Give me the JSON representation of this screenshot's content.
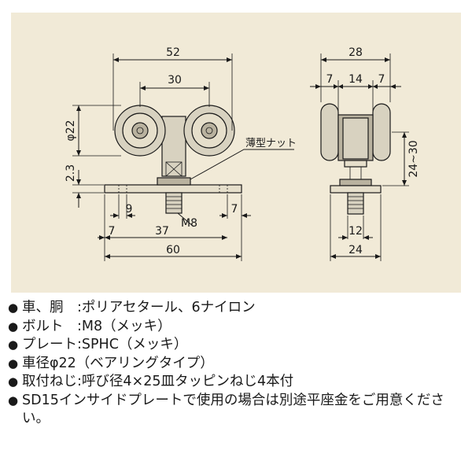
{
  "drawing": {
    "front": {
      "dim_width_total_top": "52",
      "dim_axle_spacing": "30",
      "dim_wheel_diameter": "φ22",
      "dim_plate_thickness": "2.3",
      "label_thin_nut": "薄型ナット",
      "dim_hole_offset": "9",
      "dim_edge_right": "7",
      "label_bolt": "M8",
      "dim_edge_left": "7",
      "dim_hole_spacing": "37",
      "dim_plate_width": "60"
    },
    "side": {
      "dim_width_total_top": "28",
      "dim_seg_left": "7",
      "dim_seg_middle": "14",
      "dim_seg_right": "7",
      "dim_height_range": "24∼30",
      "dim_bolt_width": "12",
      "dim_plate_width": "24"
    }
  },
  "specs": [
    {
      "bullet": "●",
      "text": "車、胴　:ポリアセタール、6ナイロン"
    },
    {
      "bullet": "●",
      "text": "ボルト　:M8（メッキ）"
    },
    {
      "bullet": "●",
      "text": "プレート:SPHC（メッキ）"
    },
    {
      "bullet": "●",
      "text": "車径φ22（ベアリングタイプ）"
    },
    {
      "bullet": "●",
      "text": "取付ねじ:呼び径4×25皿タッピンねじ4本付"
    },
    {
      "bullet": "●",
      "text": "SD15インサイドプレートで使用の場合は別途平座金をご用意ください。"
    }
  ],
  "colors": {
    "panel_background": "#f1ead7",
    "line": "#1a1a1a"
  }
}
